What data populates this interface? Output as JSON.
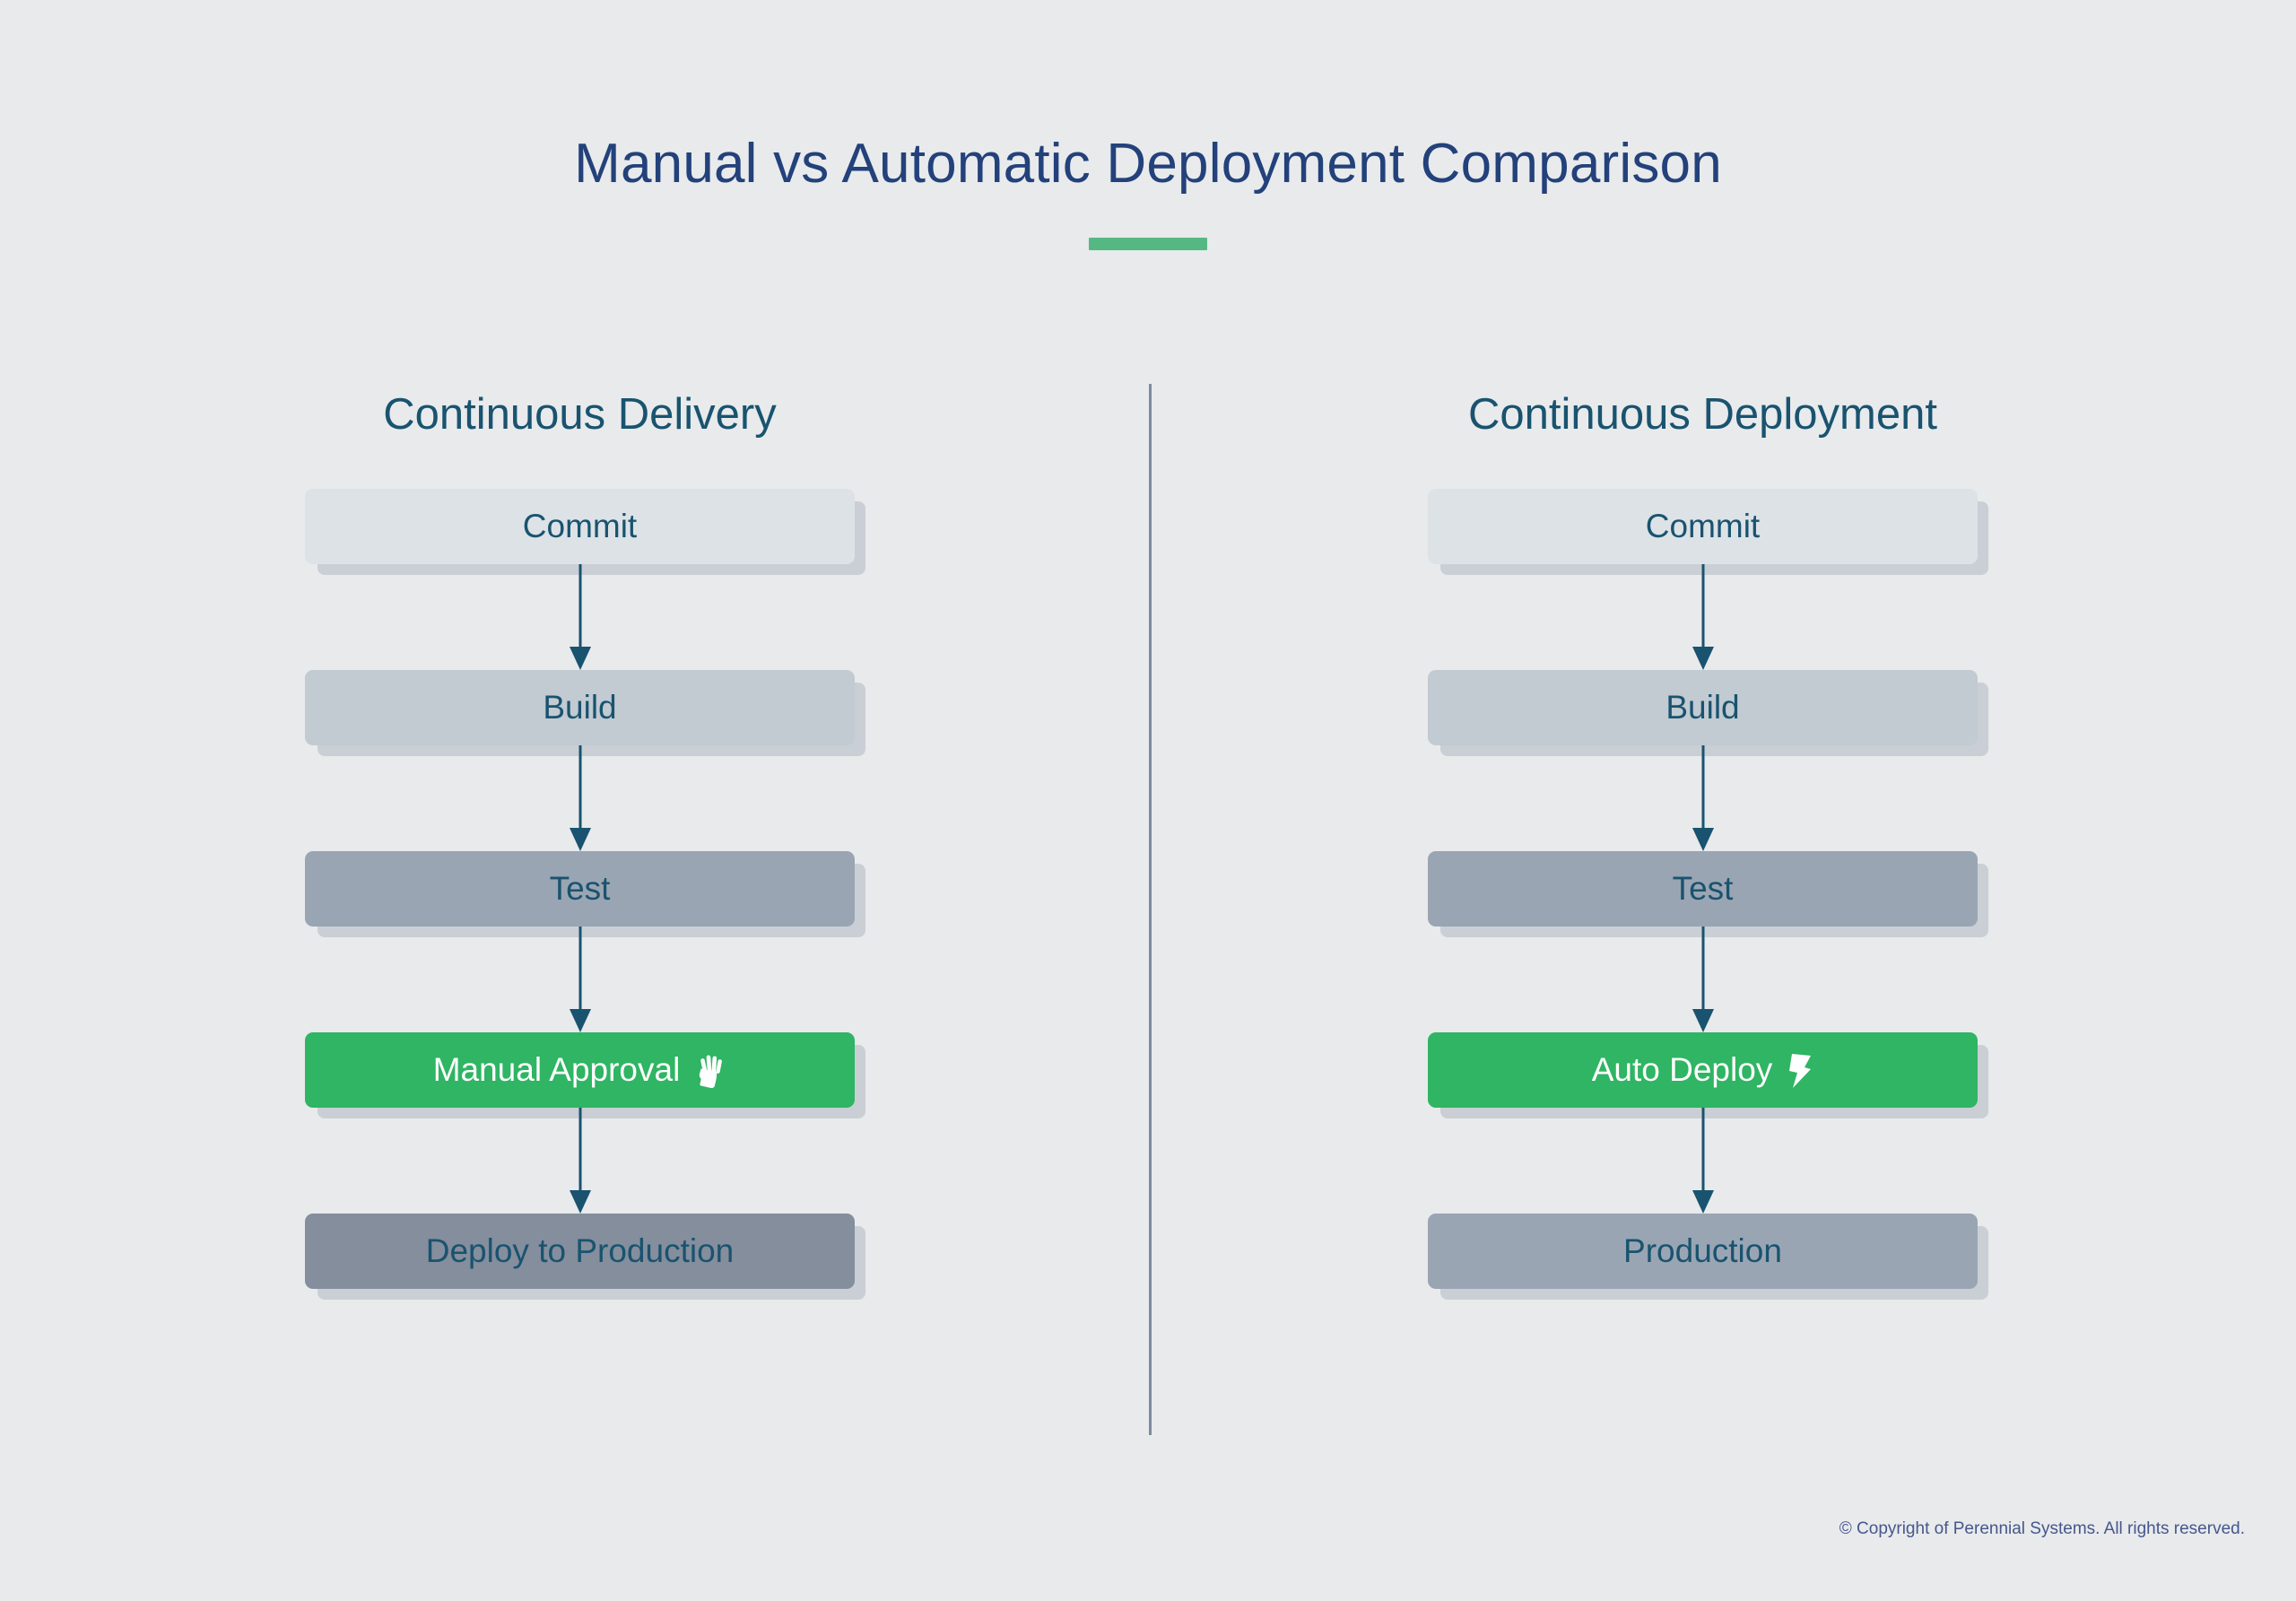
{
  "page": {
    "background_color": "#e8eaec",
    "title": "Manual vs Automatic Deployment Comparison",
    "title_color": "#23417a",
    "accent_bar_color": "#55b883"
  },
  "columns": [
    {
      "id": "continuous-delivery",
      "title": "Continuous Delivery",
      "title_color": "#19536f",
      "stages": [
        {
          "label": "Commit",
          "fill": "#dce2e6",
          "text_color": "#19536f",
          "accent": false,
          "icon": null
        },
        {
          "label": "Build",
          "fill": "#c2cad2",
          "text_color": "#19536f",
          "accent": false,
          "icon": null
        },
        {
          "label": "Test",
          "fill": "#9aa5b3",
          "text_color": "#19536f",
          "accent": false,
          "icon": null
        },
        {
          "label": "Manual Approval",
          "fill": "#2fb563",
          "text_color": "#ffffff",
          "accent": true,
          "icon": "raised-hand-icon"
        },
        {
          "label": "Deploy to Production",
          "fill": "#848e9c",
          "text_color": "#19536f",
          "accent": false,
          "icon": null
        }
      ]
    },
    {
      "id": "continuous-deployment",
      "title": "Continuous Deployment",
      "title_color": "#19536f",
      "stages": [
        {
          "label": "Commit",
          "fill": "#dce2e6",
          "text_color": "#19536f",
          "accent": false,
          "icon": null
        },
        {
          "label": "Build",
          "fill": "#c2cad2",
          "text_color": "#19536f",
          "accent": false,
          "icon": null
        },
        {
          "label": "Test",
          "fill": "#9aa5b3",
          "text_color": "#19536f",
          "accent": false,
          "icon": null
        },
        {
          "label": "Auto Deploy",
          "fill": "#2fb563",
          "text_color": "#ffffff",
          "accent": true,
          "icon": "lightning-bolt-icon"
        },
        {
          "label": "Production",
          "fill": "#9aa5b3",
          "text_color": "#19536f",
          "accent": false,
          "icon": null
        }
      ]
    }
  ],
  "divider": {
    "color": "#7d8b9e"
  },
  "footer": {
    "copyright": "© Copyright of Perennial Systems. All rights reserved.",
    "color": "#46578c"
  }
}
